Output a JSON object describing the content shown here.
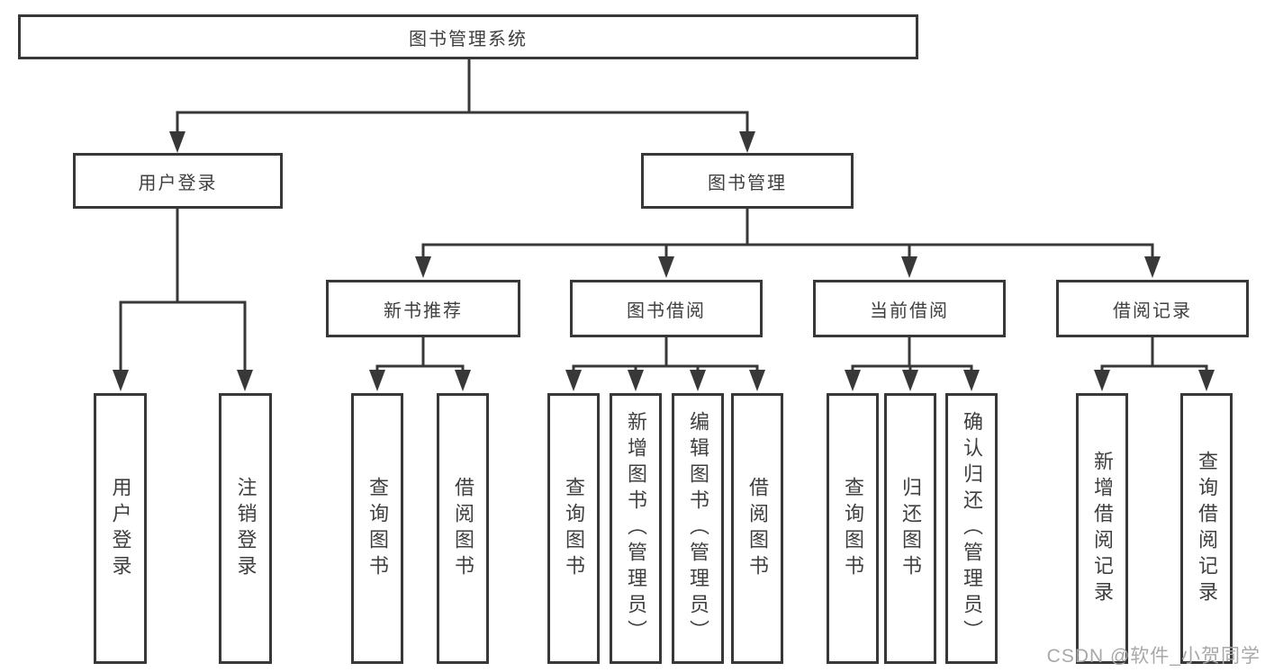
{
  "diagram": {
    "root": {
      "label": "图书管理系统"
    },
    "level2": [
      {
        "label": "用户登录",
        "children": [
          {
            "label": "用户登录"
          },
          {
            "label": "注销登录"
          }
        ]
      },
      {
        "label": "图书管理",
        "children": [
          {
            "label": "新书推荐",
            "children": [
              {
                "label": "查询图书"
              },
              {
                "label": "借阅图书"
              }
            ]
          },
          {
            "label": "图书借阅",
            "children": [
              {
                "label": "查询图书"
              },
              {
                "label": "新增图书（管理员）"
              },
              {
                "label": "编辑图书（管理员）"
              },
              {
                "label": "借阅图书"
              }
            ]
          },
          {
            "label": "当前借阅",
            "children": [
              {
                "label": "查询图书"
              },
              {
                "label": "归还图书"
              },
              {
                "label": "确认归还（管理员）"
              }
            ]
          },
          {
            "label": "借阅记录",
            "children": [
              {
                "label": "新增借阅记录"
              },
              {
                "label": "查询借阅记录"
              }
            ]
          }
        ]
      }
    ]
  },
  "watermark": {
    "text": "CSDN @软件_小贺同学"
  },
  "colors": {
    "line": "#383838",
    "text": "#3f3f3f",
    "background": "#ffffff",
    "watermark": "#a8a8a8"
  }
}
